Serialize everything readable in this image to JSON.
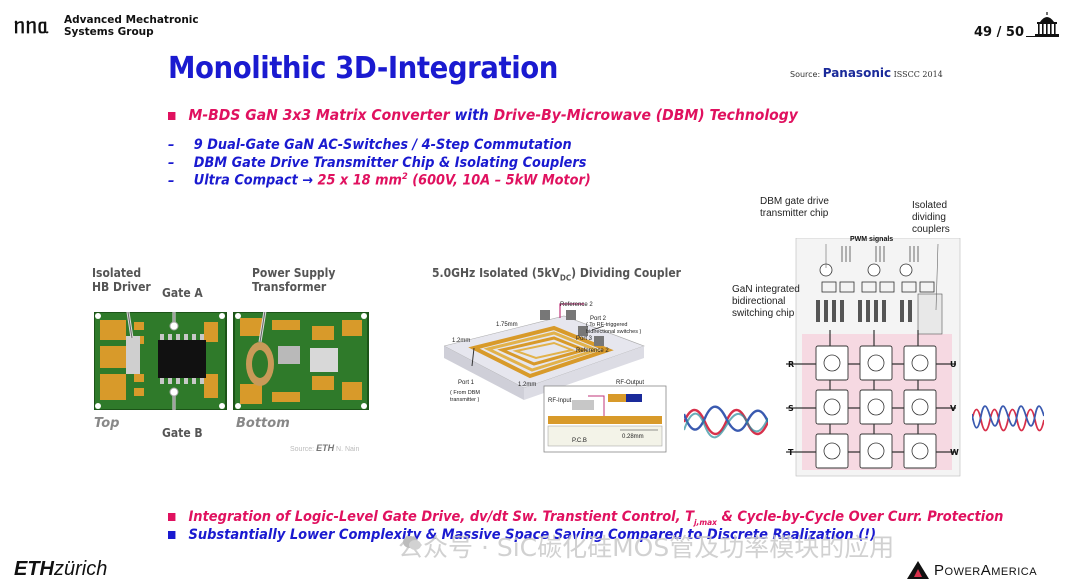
{
  "header": {
    "logo_text": "ᥒᥒᥲ",
    "group_line1": "Advanced Mechatronic",
    "group_line2": "Systems Group",
    "page_number": "49 / 50"
  },
  "title": "Monolithic 3D-Integration",
  "source": {
    "prefix": "Source:",
    "brand": "Panasonic",
    "event": "ISSCC 2014"
  },
  "main_bullet": {
    "part1": "M-BDS GaN 3x3 Matrix Converter",
    "part2": " with ",
    "part3": "Drive-By-Microwave (DBM) Technology"
  },
  "sub_bullets": [
    {
      "text": "9 Dual-Gate GaN AC-Switches / 4-Step Commutation"
    },
    {
      "text": "DBM Gate Drive Transmitter Chip  & Isolating Couplers"
    },
    {
      "prefix": "Ultra Compact → ",
      "highlight": "25 x 18 mm",
      "sup": "2",
      "suffix": " (600V, 10A – 5kW Motor)"
    }
  ],
  "board_panel": {
    "label_isolated": [
      "Isolated",
      "HB Driver"
    ],
    "label_gate_a": "Gate A",
    "label_gate_b": "Gate B",
    "label_power": [
      "Power Supply",
      "Transformer"
    ],
    "label_top": "Top",
    "label_bottom": "Bottom",
    "source_prefix": "Source:",
    "source_brand": "ETH",
    "source_author": "N. Nain"
  },
  "coupler_panel": {
    "title_pre": "5.0GHz Isolated (5kV",
    "title_sub": "DC",
    "title_post": ") Dividing Coupler",
    "ann_ref2": "Reference 2",
    "ann_port2": "Port 2",
    "ann_rf_trig": [
      "( To RF-triggered",
      "bidirectional switches )"
    ],
    "ann_port3": "Port 3",
    "ann_ref2b": "Reference 2",
    "ann_175": "1.75mm",
    "ann_12": "1.2mm",
    "ann_12b": "1.2mm",
    "ann_port1": "Port 1",
    "ann_from_dbm": [
      "( From DBM",
      "transmitter )"
    ],
    "ann_rf_out": "RF-Output",
    "ann_rf_in": "RF-Input",
    "ann_pcb": "P.C.B",
    "ann_028": "0.28mm"
  },
  "matrix_panel": {
    "ann_dbm": [
      "DBM gate drive",
      "transmitter chip"
    ],
    "ann_isolated": [
      "Isolated",
      "dividing",
      "couplers"
    ],
    "ann_pwm": "PWM signals",
    "ann_gan": [
      "GaN integrated",
      "bidirectional",
      "switching chip"
    ],
    "phase_in": [
      "R",
      "S",
      "T"
    ],
    "phase_out": [
      "U",
      "V",
      "W"
    ]
  },
  "bottom_bullets": [
    {
      "text_pre": "Integration of Logic-Level Gate Drive, dv/dt Sw. Transtient Control, T",
      "sub": "j,max",
      "text_post": "  & Cycle-by-Cycle Over Curr. Protection"
    },
    {
      "text": "Substantially Lower Complexity & Massive Space Saving Compared to Discrete Realization (!)"
    }
  ],
  "footer": {
    "eth_bold": "ETH",
    "eth_light": "zürich",
    "watermark": "公众号 · SiC碳化硅MOS管及功率模块的应用",
    "poweramerica_pre": "P",
    "poweramerica_small1": "OWER",
    "poweramerica_A": "A",
    "poweramerica_small2": "MERICA"
  },
  "colors": {
    "title_blue": "#1a1ad0",
    "accent_red": "#e0115f",
    "pcb_green": "#2f7a2a",
    "gold": "#d89a2a",
    "phase_red": "#d8304a",
    "phase_blue": "#3a5ab0"
  }
}
